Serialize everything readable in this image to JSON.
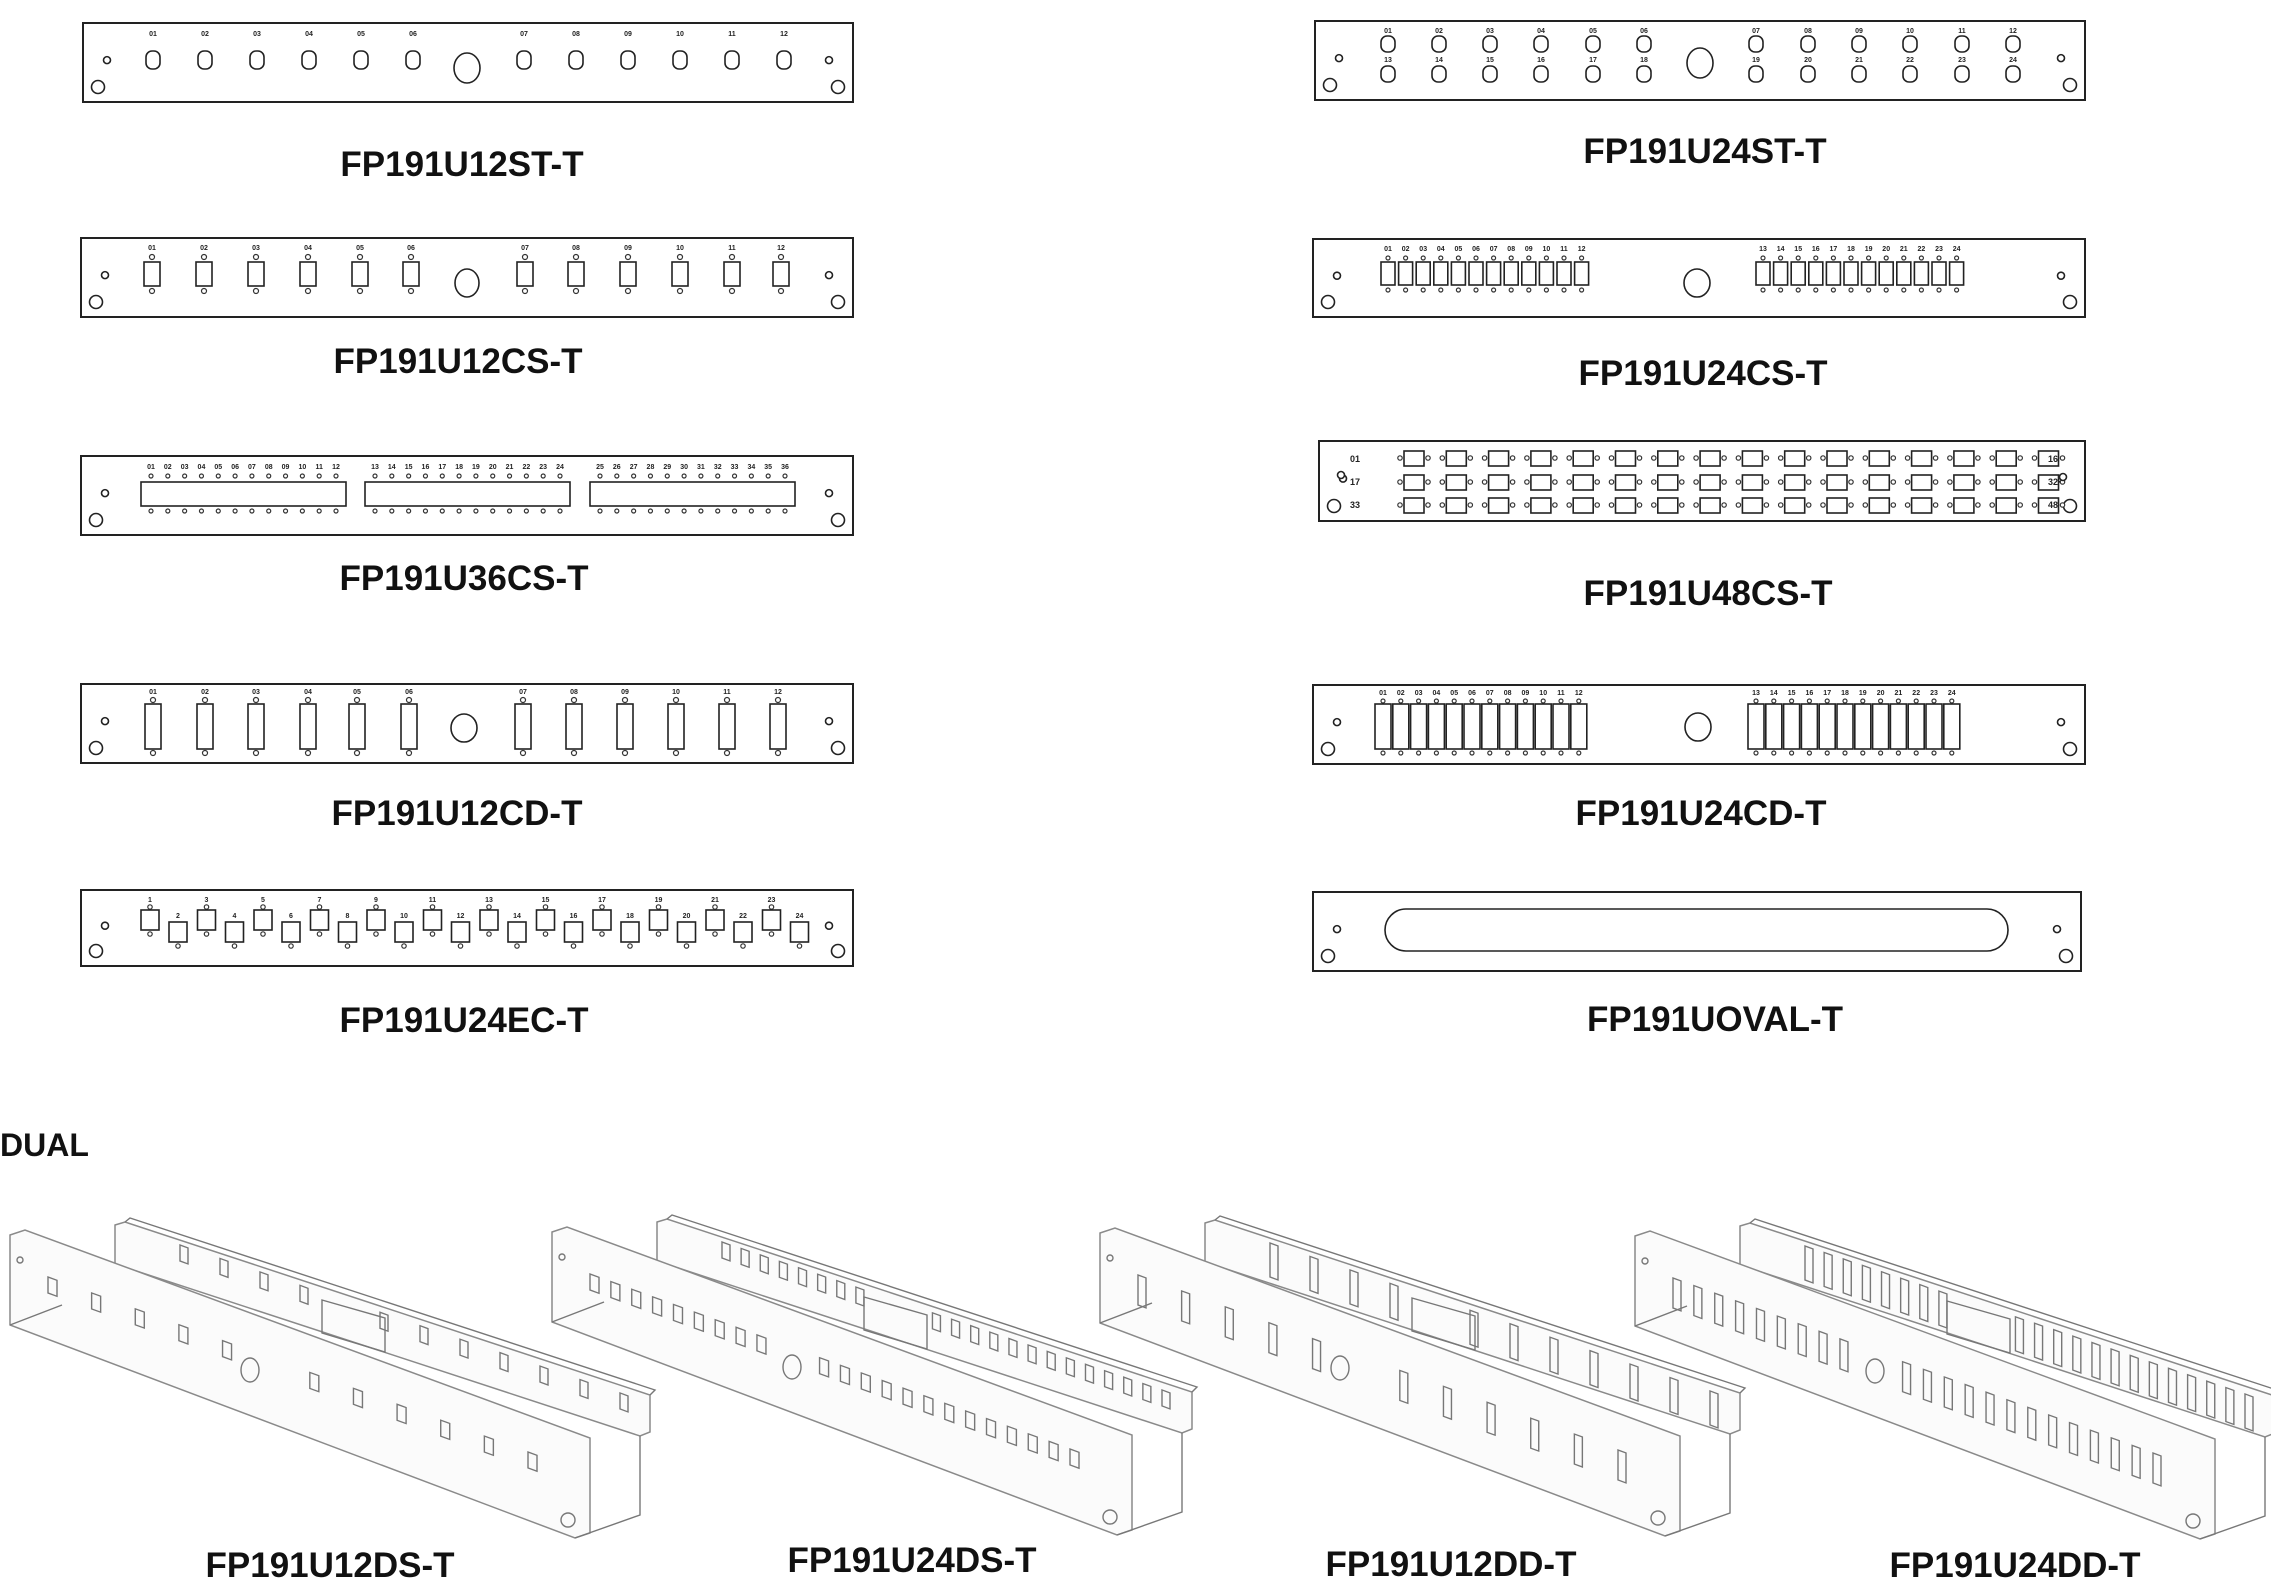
{
  "section": {
    "title": "DUAL"
  },
  "panels": [
    {
      "id": "u12st",
      "label": "FP191U12ST-T"
    },
    {
      "id": "u24st",
      "label": "FP191U24ST-T"
    },
    {
      "id": "u12cs",
      "label": "FP191U12CS-T"
    },
    {
      "id": "u24cs",
      "label": "FP191U24CS-T"
    },
    {
      "id": "u36cs",
      "label": "FP191U36CS-T"
    },
    {
      "id": "u48cs",
      "label": "FP191U48CS-T"
    },
    {
      "id": "u12cd",
      "label": "FP191U12CD-T"
    },
    {
      "id": "u24cd",
      "label": "FP191U24CD-T"
    },
    {
      "id": "u24ec",
      "label": "FP191U24EC-T"
    },
    {
      "id": "uoval",
      "label": "FP191UOVAL-T"
    }
  ],
  "dual_panels": [
    {
      "id": "u12ds",
      "label": "FP191U12DS-T"
    },
    {
      "id": "u24ds",
      "label": "FP191U24DS-T"
    },
    {
      "id": "u12dd",
      "label": "FP191U12DD-T"
    },
    {
      "id": "u24dd",
      "label": "FP191U24DD-T"
    }
  ],
  "port_numbers_48": [
    "01",
    "17",
    "33",
    "16",
    "32",
    "48"
  ],
  "colors": {
    "line": "#222222",
    "rail": "#8a8a8a",
    "background": "#ffffff"
  }
}
